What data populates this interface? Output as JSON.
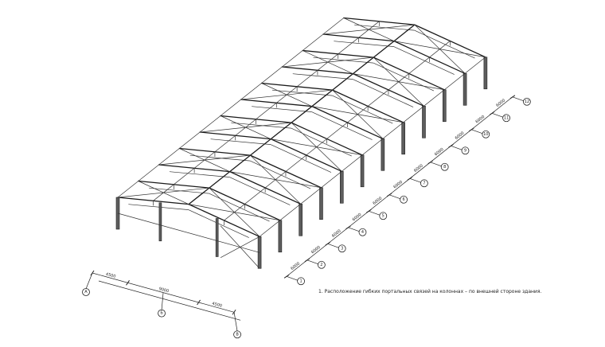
{
  "note": "1. Расположение гибких портальных связей на колоннах – по внешней стороне здания.",
  "axes_longitudinal": [
    "1",
    "2",
    "3",
    "4",
    "5",
    "6",
    "7",
    "8",
    "9",
    "10",
    "11",
    "12"
  ],
  "axes_transverse": [
    "А",
    "Б",
    "В"
  ],
  "dims_longitudinal": [
    "6000",
    "6000",
    "6000",
    "6000",
    "6000",
    "6000",
    "6000",
    "6000",
    "6000",
    "6000",
    "6000"
  ],
  "dims_transverse": [
    "4500",
    "9000",
    "4500"
  ]
}
